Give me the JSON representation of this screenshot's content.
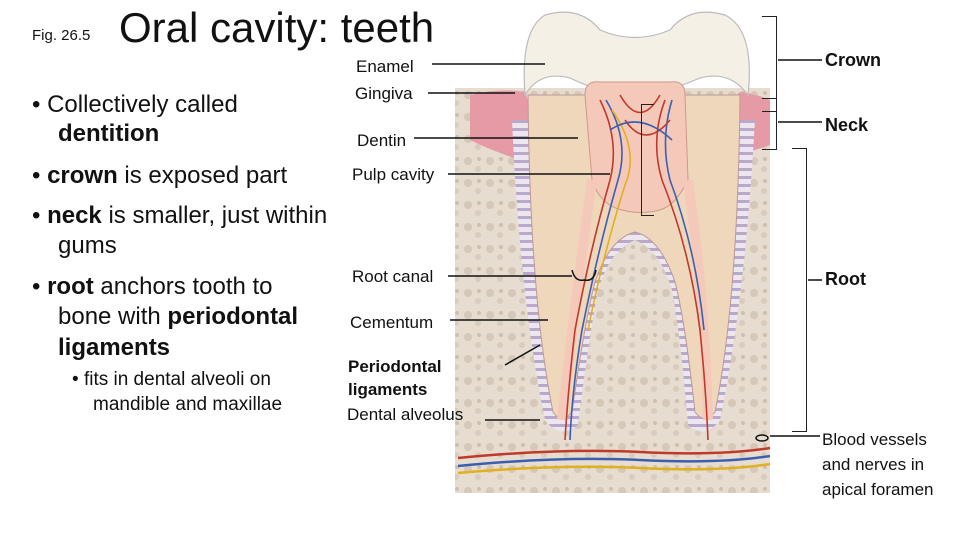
{
  "fig_label": "Fig. 26.5",
  "title": "Oral cavity: teeth",
  "bullets": [
    {
      "pre": "Collectively called",
      "cont_bold": "dentition"
    },
    {
      "bold": "crown",
      "rest": " is exposed part"
    },
    {
      "bold": "neck",
      "rest": " is smaller, just within",
      "cont": "gums"
    },
    {
      "bold": "root",
      "rest": " anchors tooth to",
      "cont_pre": "bone with ",
      "cont_bold": "periodontal",
      "cont2_bold": "ligaments"
    }
  ],
  "sub_bullet": {
    "line1": "fits in dental alveoli on",
    "line2": "mandible and maxillae"
  },
  "labels": {
    "enamel": "Enamel",
    "gingiva": "Gingiva",
    "dentin": "Dentin",
    "pulp_cavity": "Pulp cavity",
    "root_canal": "Root canal",
    "cementum": "Cementum",
    "periodontal_1": "Periodontal",
    "periodontal_2": "ligaments",
    "dental_alveolus": "Dental alveolus",
    "crown": "Crown",
    "neck": "Neck",
    "root": "Root",
    "vessels_1": "Blood vessels",
    "vessels_2": "and nerves in",
    "vessels_3": "apical foramen"
  },
  "colors": {
    "bone": "#e8ded3",
    "enamel": "#f3efe6",
    "dentin": "#f0d9bf",
    "pulp": "#f6cdbf",
    "gingiva": "#e79aa6",
    "ligament_stripes": "#b7a6c9",
    "artery": "#c0392b",
    "vein": "#3b5fb0",
    "nerve": "#e0b020"
  }
}
